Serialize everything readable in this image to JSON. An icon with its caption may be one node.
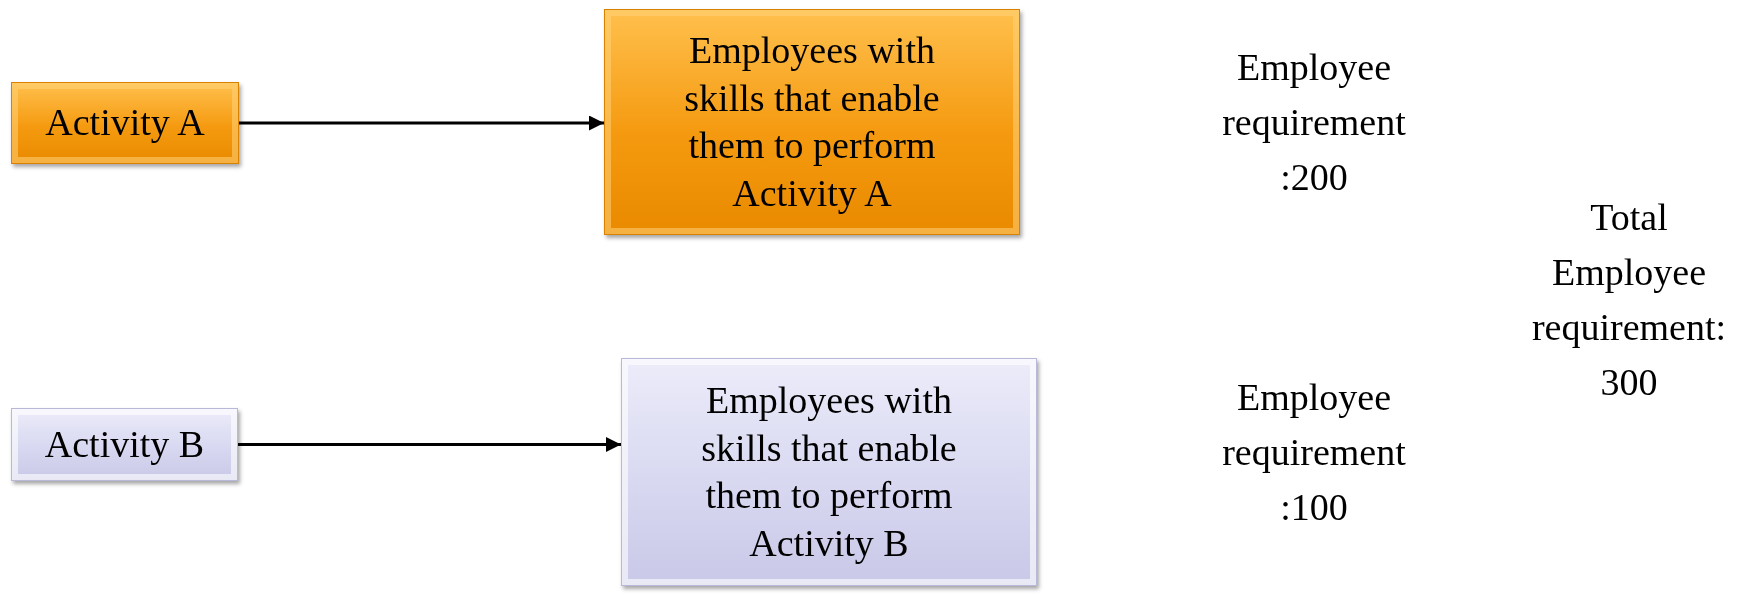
{
  "diagram": {
    "nodes": [
      {
        "text": [
          "Activity  A"
        ]
      },
      {
        "text": [
          "Employees with skills that enable them to perform Activity A"
        ]
      },
      {
        "text": [
          "Activity B"
        ]
      },
      {
        "text": [
          "Employees  with skills that enable them to perform Activity B"
        ]
      }
    ],
    "edges": [
      {
        "from": 0,
        "to": 1,
        "arrow": "to"
      },
      {
        "from": 2,
        "to": 3,
        "arrow": "to"
      }
    ],
    "labels": [
      "Employee requirement :200",
      "Employee requirement :100",
      "Total Employee requirement: 300"
    ]
  }
}
